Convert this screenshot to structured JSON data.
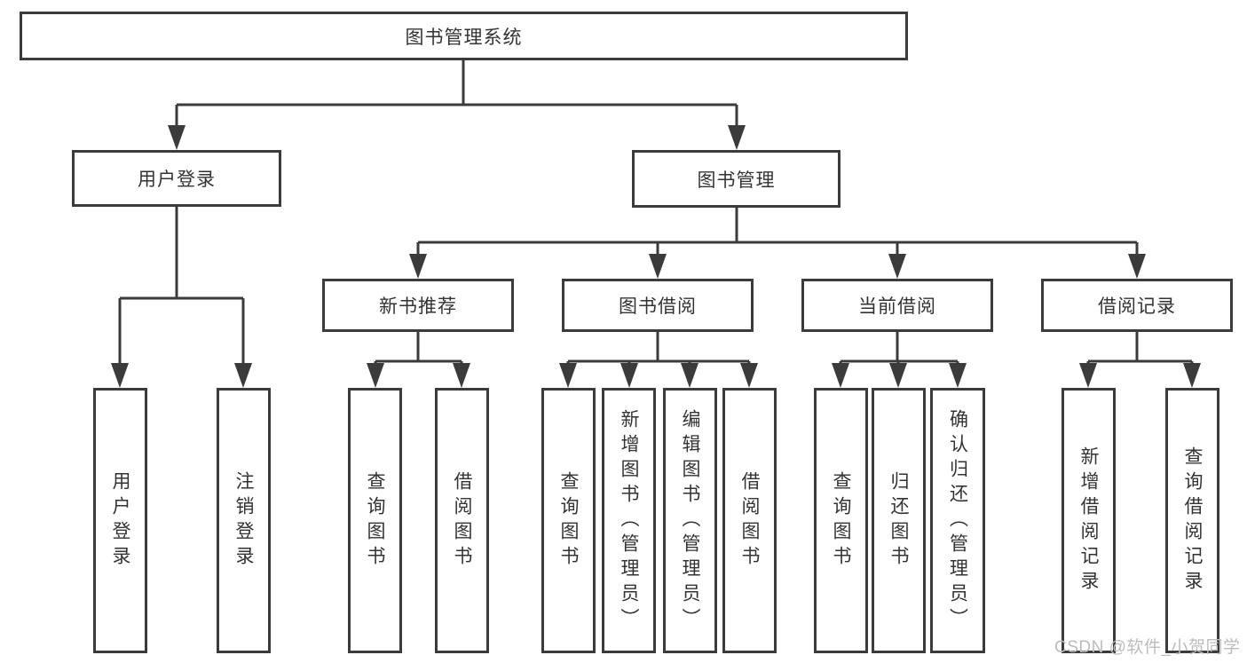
{
  "nodes": {
    "root": {
      "label": "图书管理系统"
    },
    "level2": [
      {
        "label": "用户登录"
      },
      {
        "label": "图书管理"
      }
    ],
    "level3": [
      {
        "label": "新书推荐"
      },
      {
        "label": "图书借阅"
      },
      {
        "label": "当前借阅"
      },
      {
        "label": "借阅记录"
      }
    ],
    "leaves": {
      "user_login": [
        {
          "label": "用户登录"
        },
        {
          "label": "注销登录"
        }
      ],
      "new_book_rec": [
        {
          "label": "查询图书"
        },
        {
          "label": "借阅图书"
        }
      ],
      "book_borrow": [
        {
          "label": "查询图书"
        },
        {
          "label": "新增图书（管理员）"
        },
        {
          "label": "编辑图书（管理员）"
        },
        {
          "label": "借阅图书"
        }
      ],
      "current_borrow": [
        {
          "label": "查询图书"
        },
        {
          "label": "归还图书"
        },
        {
          "label": "确认归还（管理员）"
        }
      ],
      "borrow_records": [
        {
          "label": "新增借阅记录"
        },
        {
          "label": "查询借阅记录"
        }
      ]
    }
  },
  "watermark": {
    "text": "CSDN @软件_小贺同学"
  },
  "colors": {
    "line": "#3b3b3b",
    "text": "#333333",
    "box_background": "#ffffff",
    "watermark": "#bcbcbc",
    "background": "#ffffff"
  }
}
